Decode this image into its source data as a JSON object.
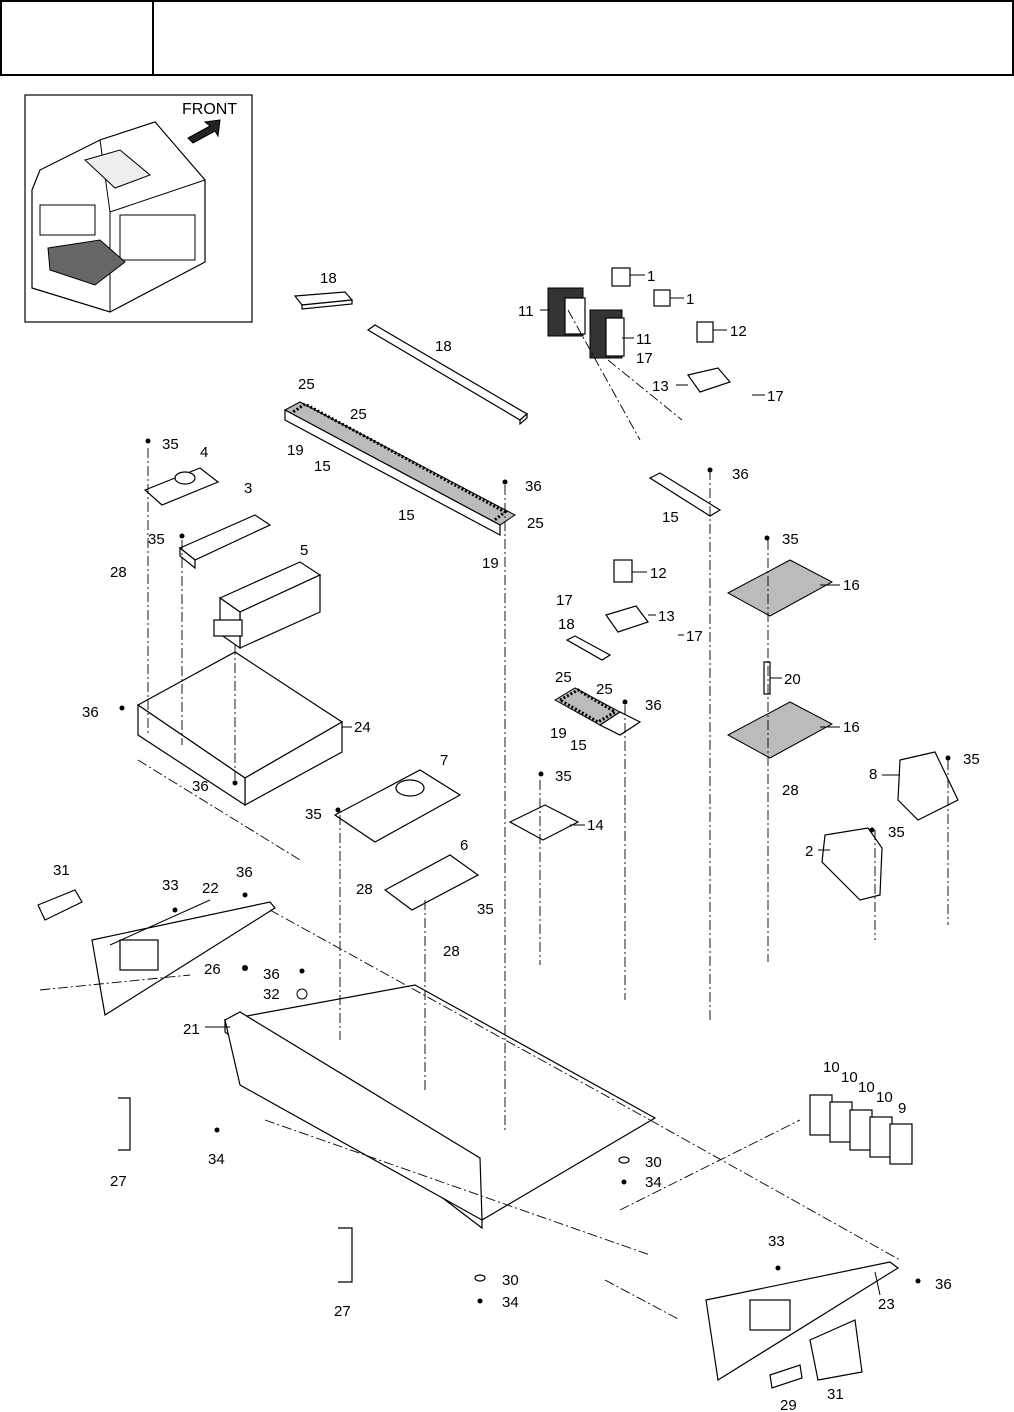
{
  "header": {
    "code_cell": "",
    "title_cell": ""
  },
  "inset": {
    "front_label": "FRONT"
  },
  "callouts": [
    "1",
    "1",
    "11",
    "11",
    "12",
    "12",
    "13",
    "13",
    "17",
    "17",
    "17",
    "17",
    "18",
    "18",
    "18",
    "25",
    "25",
    "25",
    "25",
    "25",
    "19",
    "19",
    "19",
    "15",
    "15",
    "15",
    "15",
    "36",
    "36",
    "36",
    "36",
    "36",
    "36",
    "36",
    "35",
    "35",
    "35",
    "35",
    "35",
    "35",
    "35",
    "35",
    "4",
    "3",
    "5",
    "28",
    "28",
    "28",
    "28",
    "24",
    "7",
    "14",
    "16",
    "16",
    "20",
    "8",
    "2",
    "6",
    "31",
    "31",
    "33",
    "33",
    "22",
    "26",
    "32",
    "21",
    "27",
    "27",
    "34",
    "34",
    "34",
    "30",
    "30",
    "10",
    "10",
    "10",
    "10",
    "9",
    "23",
    "29"
  ]
}
